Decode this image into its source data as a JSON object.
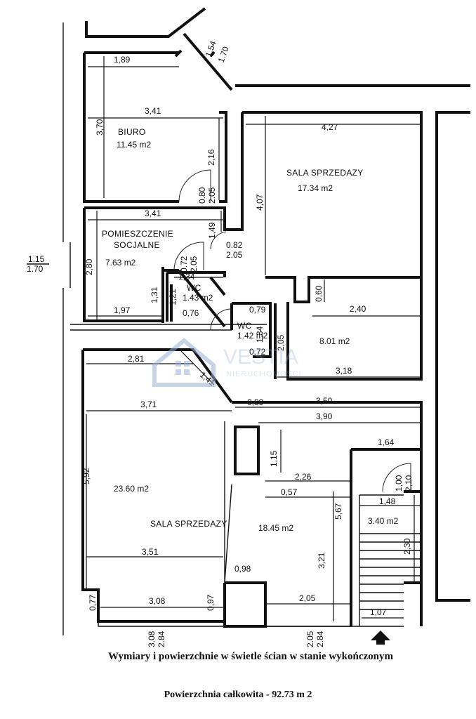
{
  "rooms": {
    "biuro": {
      "name": "BIURO",
      "area": "11.45 m2"
    },
    "socjalne": {
      "name1": "POMIESZCZENIE",
      "name2": "SOCJALNE",
      "area": "7.63 m2"
    },
    "sala1": {
      "name": "SALA SPRZEDAZY",
      "area": "17.34 m2"
    },
    "wc1": {
      "name": "WC",
      "area": "1.43 m2"
    },
    "wc2": {
      "name": "WC",
      "area": "1.42 m2"
    },
    "corridor": {
      "area": "8.01 m2"
    },
    "sala2": {
      "name": "SALA SPRZEDAZY",
      "area_left": "23.60 m2",
      "area_right": "18.45 m2"
    },
    "stair": {
      "area": "3.40 m2"
    }
  },
  "dimensions": {
    "d189": "1,89",
    "d154": "1.54",
    "d170a": "1.70",
    "d370": "3,70",
    "d341a": "3,41",
    "d216": "2,16",
    "d080": "0.80",
    "d205a": "2.05",
    "d341b": "3,41",
    "d149": "1,49",
    "d280": "2,80",
    "d197": "1,97",
    "d131": "1,31",
    "d072": "0.72",
    "d205b": "2.05",
    "d134a": "1,34",
    "d121": "1,21",
    "d082": "0.82",
    "d205c": "2.05",
    "d115": "1.15",
    "d170b": "1.70",
    "d427": "4,27",
    "d407": "4,07",
    "d060": "0,60",
    "d240": "2,40",
    "d205d": "2,05",
    "d318": "3,18",
    "d079": "0,79",
    "d134b": "1,34",
    "d072b": "0,72",
    "d076": "0,76",
    "d281": "2,81",
    "d141": "1,41",
    "d371": "3,71",
    "d089": "0,89",
    "d350": "3,50",
    "d390": "3,90",
    "d115b": "1,15",
    "d164": "1,64",
    "d100": "1,00",
    "d210": "2,10",
    "d592": "5,92",
    "d226": "2,26",
    "d057": "0,57",
    "d567": "5,67",
    "d148": "1,48",
    "d230": "2,30",
    "d351": "3,51",
    "d321": "3,21",
    "d098": "0,98",
    "d077": "0,77",
    "d308": "3,08",
    "d097": "0,97",
    "d205e": "2,05",
    "d107": "1,07",
    "d308b": "3.08",
    "d284a": "2.84",
    "d205f": "2.05",
    "d284b": "2.84"
  },
  "watermark": {
    "brand": "VESTIA",
    "sub": "NIERUCHOMOŚCI"
  },
  "captions": {
    "line1": "Wymiary i powierzchnie w świetle ścian w stanie wykończonym",
    "line2": "Powierzchnia całkowita  -  92.73  m 2"
  }
}
